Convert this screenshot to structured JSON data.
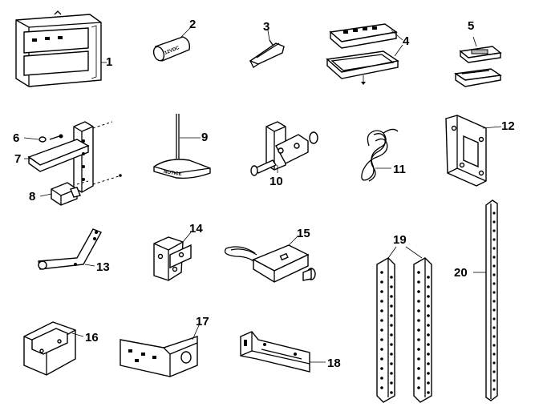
{
  "diagram": {
    "labels": {
      "p1": "1",
      "p2": "2",
      "p3": "3",
      "p4": "4",
      "p5": "5",
      "p6": "6",
      "p7": "7",
      "p8": "8",
      "p9": "9",
      "p10": "10",
      "p11": "11",
      "p12": "12",
      "p13": "13",
      "p14": "14",
      "p15": "15",
      "p16": "16",
      "p17": "17",
      "p18": "18",
      "p19": "19",
      "p20": "20"
    },
    "printed_text": {
      "battery": "12VDC",
      "sign": "NOTICE"
    }
  }
}
